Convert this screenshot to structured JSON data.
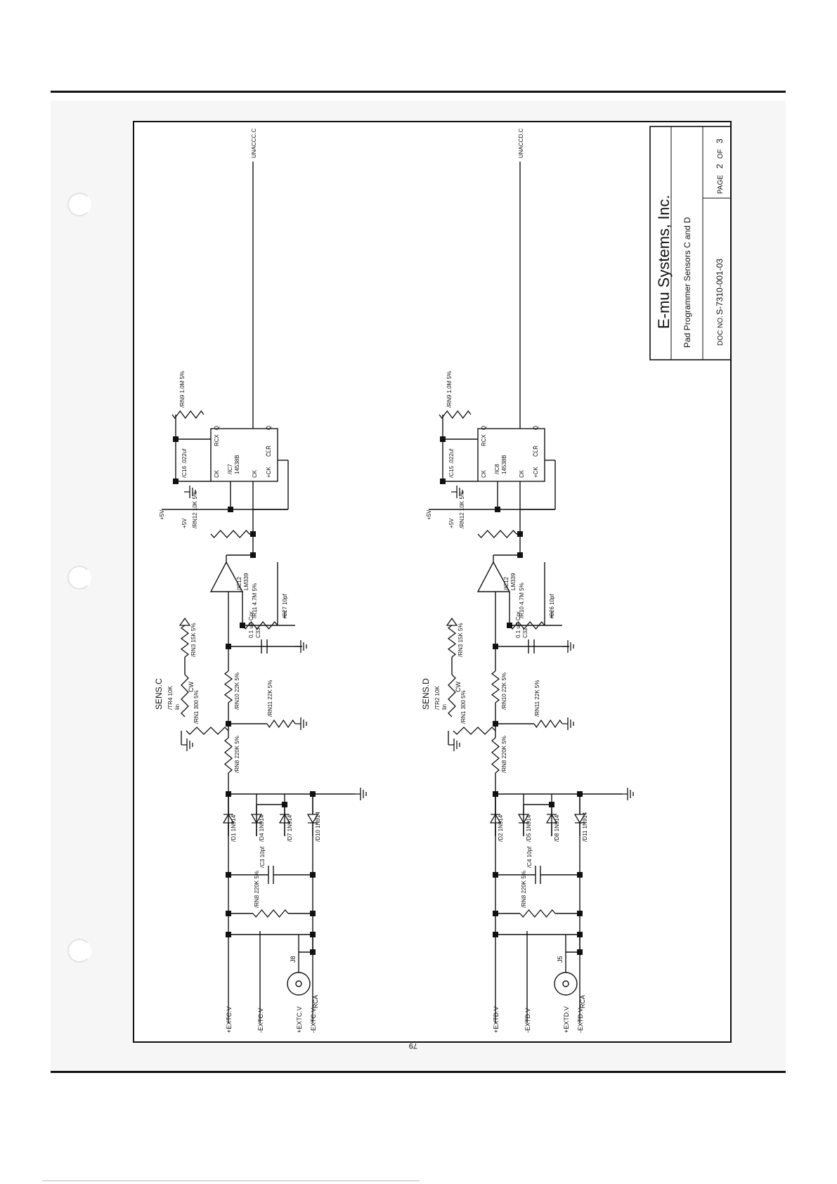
{
  "title_block": {
    "company": "E-mu Systems, Inc.",
    "drawing_title": "Pad Programmer Sensors C and D",
    "doc_no_label": "DOC NO.",
    "doc_no": "S-7310-001-03",
    "page_label": "PAGE",
    "page_num": "2",
    "of_label": "OF",
    "page_total": "3"
  },
  "page_number": "79",
  "sections": {
    "c": {
      "sense_label": "SENS.C",
      "net_out": "UNACCC.C",
      "trim": "/TR4  10K",
      "trim_sub": "lin",
      "cw": "CW",
      "ic_mono_ref": "/IC7",
      "ic_mono_part": "14538B",
      "ic_comp_ref": "/IC12",
      "ic_comp_part": "LM339",
      "cap_timing": "/C16 .022uf",
      "cap_cor": "0.1 uF  Cor",
      "cap_cor_ref": "C33",
      "cap_fb": "/C27 10pf",
      "cap_in": "/C3 10pf",
      "rn_timing": "/RN9 1.0M 5%",
      "rn_pull": "/RN12 10K 5%",
      "rn_fb": "/R11 4.7M 5%",
      "rn_div": "/RN10 22K 5%",
      "rn_gnd": "/RN11 22K 5%",
      "rn_in": "/RN8 220K 5%",
      "rn_ref": "/RN3 15K 5%",
      "rn_trim": "/RN1 300 5%",
      "rn_shunt": "/RN8 220K 5%",
      "diode1": "/D1 1N914",
      "diode2": "/D4 1N914",
      "diode3": "/D7 1N914",
      "diode4": "/D10 1N914",
      "jack": "J8",
      "jack_type": "RCA",
      "nets": [
        "+EXTC.V",
        "-EXTC.V",
        "+EXTC.V",
        "-EXTC.V"
      ],
      "supply": "+5V",
      "supply2": "+5V",
      "pins": {
        "rcx": "RCX",
        "q": "Q",
        "qbar": "Q̄",
        "ck": "CK",
        "ck2": "CK",
        "plusck": "+CK",
        "clr": "C̄L̄R̄"
      }
    },
    "d": {
      "sense_label": "SENS.D",
      "net_out": "UNACCD.C",
      "trim": "/TR2  10K",
      "trim_sub": "lin",
      "cw": "CW",
      "ic_mono_ref": "/IC8",
      "ic_mono_part": "14538B",
      "ic_comp_ref": "/IC12",
      "ic_comp_part": "LM339",
      "cap_timing": "/C15 .022uf",
      "cap_cor": "0.1 uF  Cor",
      "cap_cor_ref": "C32",
      "cap_fb": "/C26 10pf",
      "cap_in": "/C4 10pf",
      "rn_timing": "/RN9 1.0M 5%",
      "rn_pull": "/RN12 10K 5%",
      "rn_fb": "/R10 4.7M 5%",
      "rn_div": "/RN10 22K 5%",
      "rn_gnd": "/RN11 22K 5%",
      "rn_in": "/RN8 220K 5%",
      "rn_ref": "/RN3 15K 5%",
      "rn_trim": "/RN1 300 5%",
      "rn_shunt": "/RN8 220K 5%",
      "diode1": "/D2 1N914",
      "diode2": "/D5 1N914",
      "diode3": "/D8 1N914",
      "diode4": "/D11 1N914",
      "jack": "J5",
      "jack_type": "RCA",
      "nets": [
        "+EXTD.V",
        "-EXTD.V",
        "+EXTD.V",
        "-EXTD.V"
      ],
      "supply": "+5V",
      "supply2": "+5V",
      "pins": {
        "rcx": "RCX",
        "q": "Q",
        "qbar": "Q̄",
        "ck": "CK",
        "ck2": "CK",
        "plusck": "+CK",
        "clr": "C̄L̄R̄"
      }
    }
  }
}
